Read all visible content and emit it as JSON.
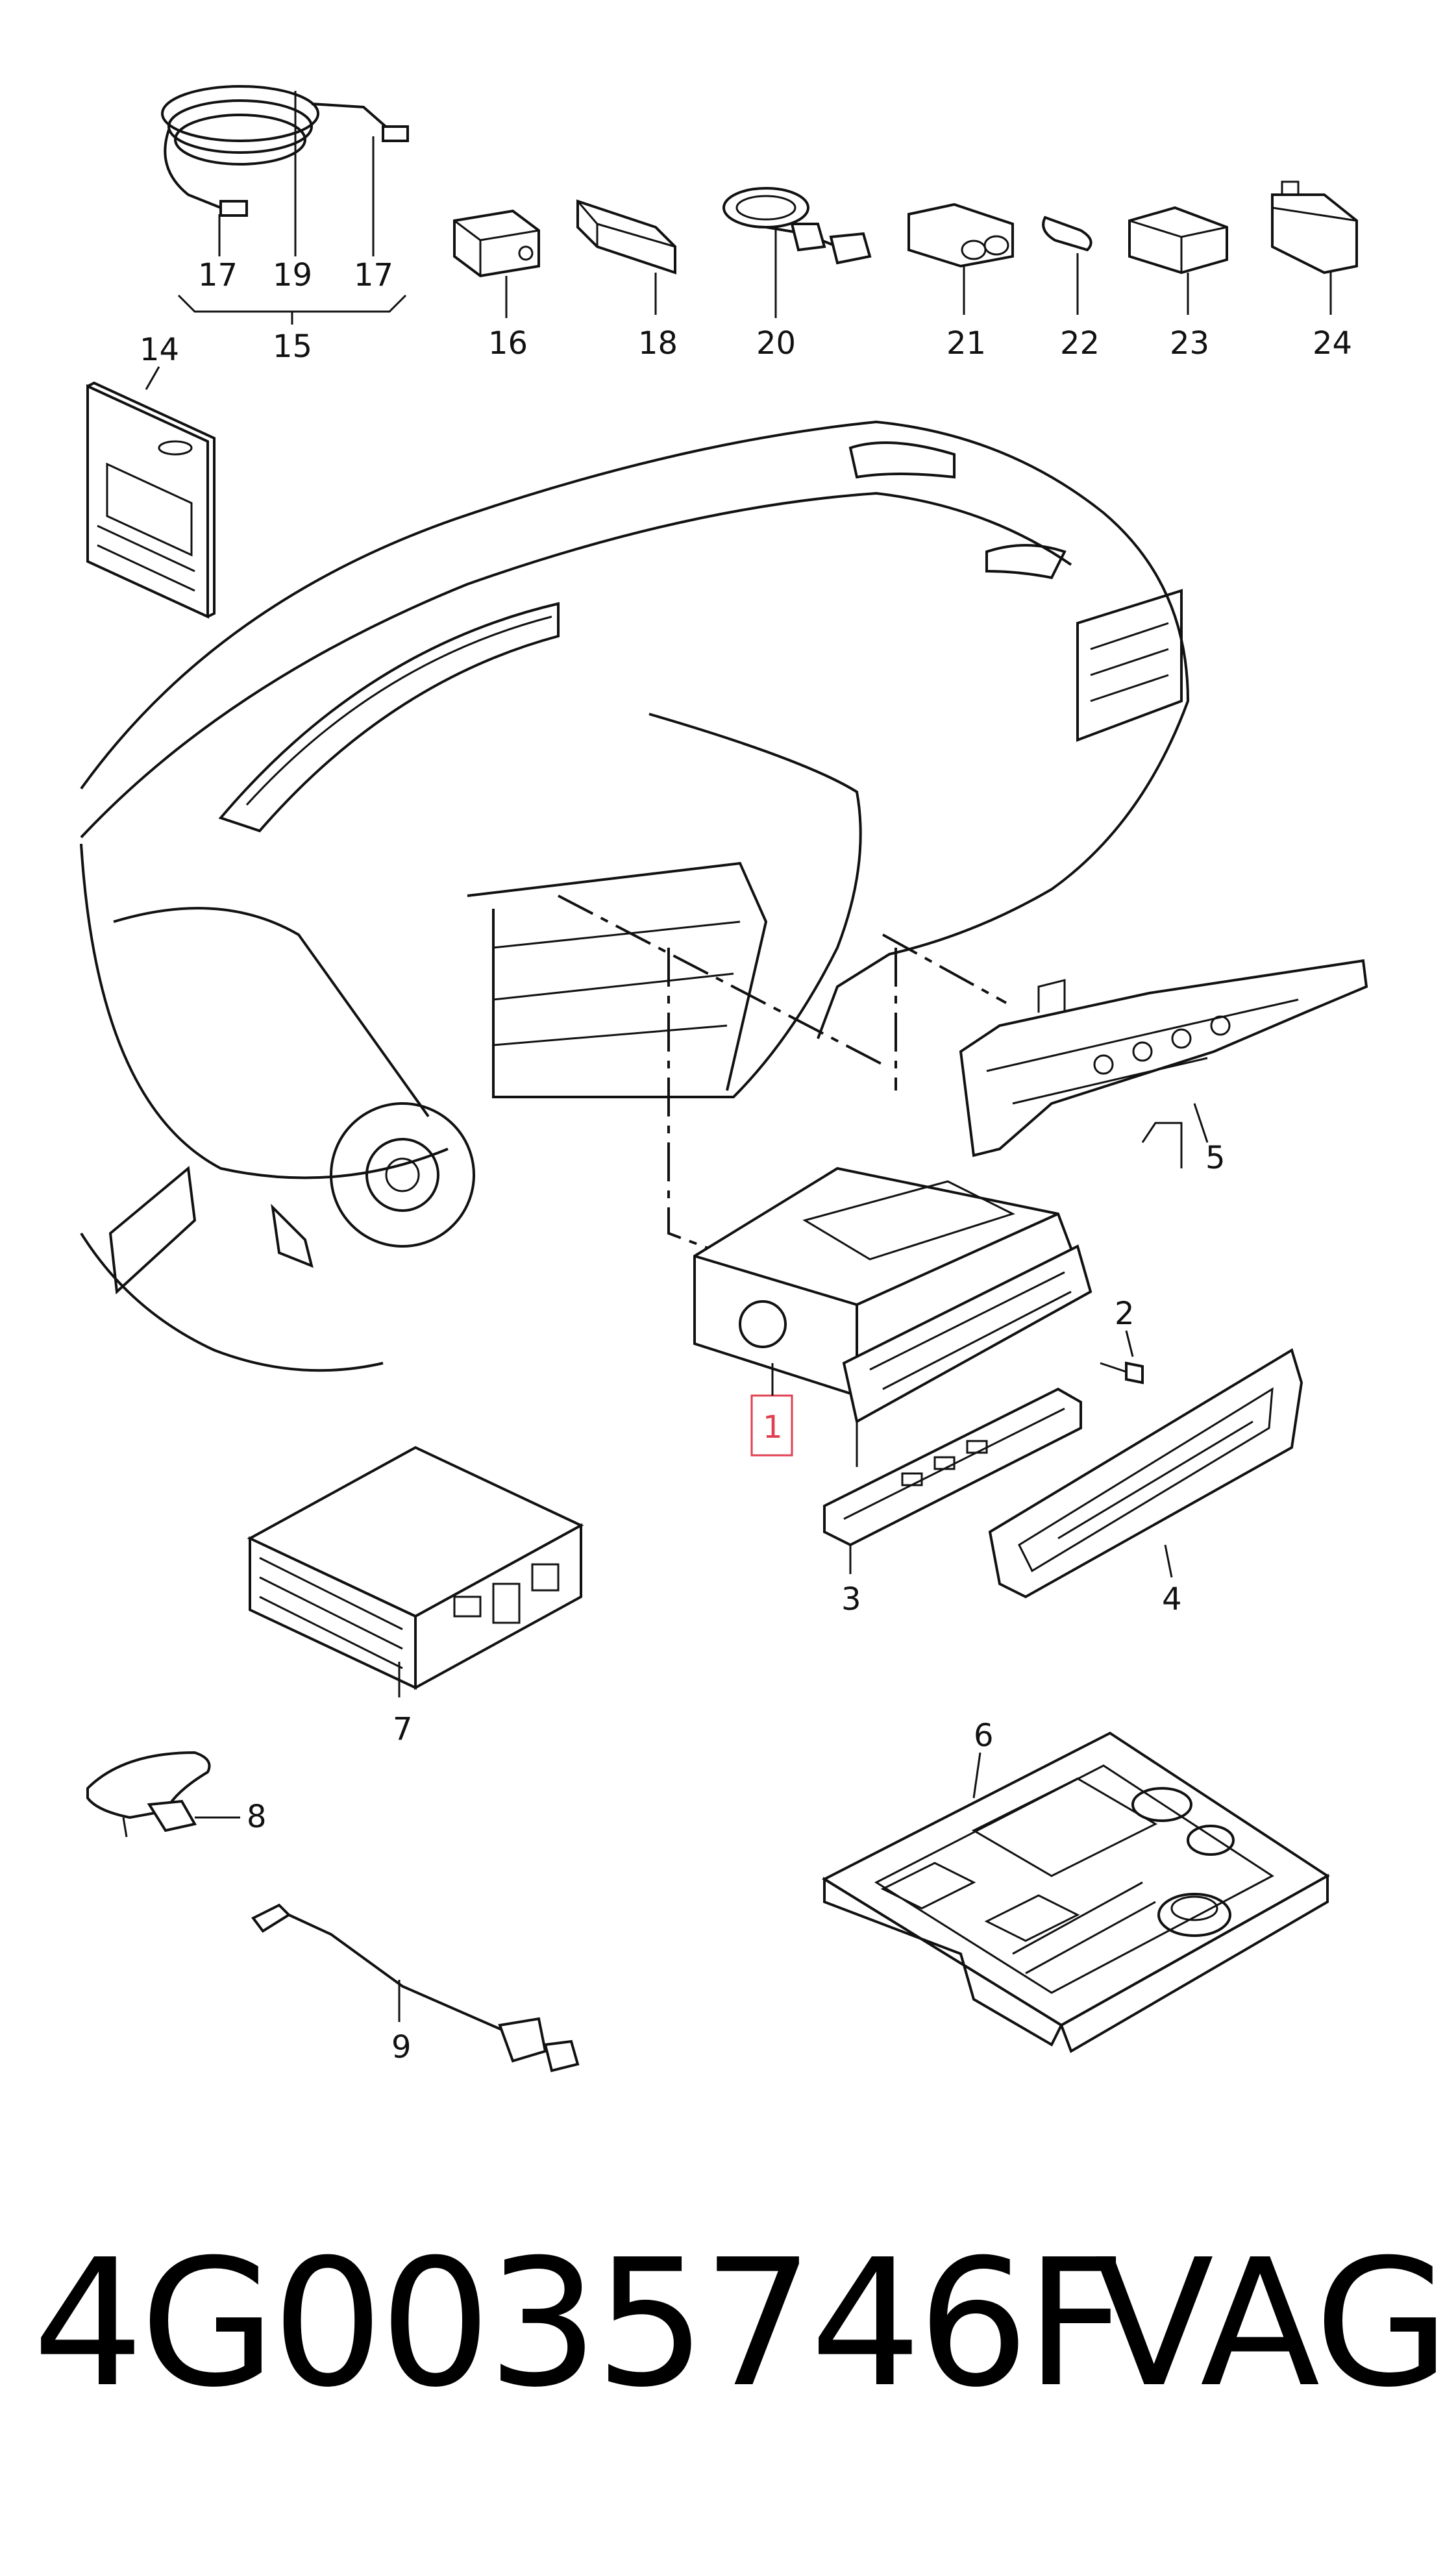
{
  "callouts": {
    "c1": "1",
    "c2": "2",
    "c3": "3",
    "c4": "4",
    "c5": "5",
    "c6": "6",
    "c7": "7",
    "c8": "8",
    "c9": "9",
    "c14": "14",
    "c15": "15",
    "c16": "16",
    "c17a": "17",
    "c17b": "17",
    "c18": "18",
    "c19": "19",
    "c20": "20",
    "c21": "21",
    "c22": "22",
    "c23": "23",
    "c24": "24"
  },
  "highlight_color": "#e04050",
  "footer": {
    "part_number": "4G0035746F",
    "brand": "VAG"
  }
}
